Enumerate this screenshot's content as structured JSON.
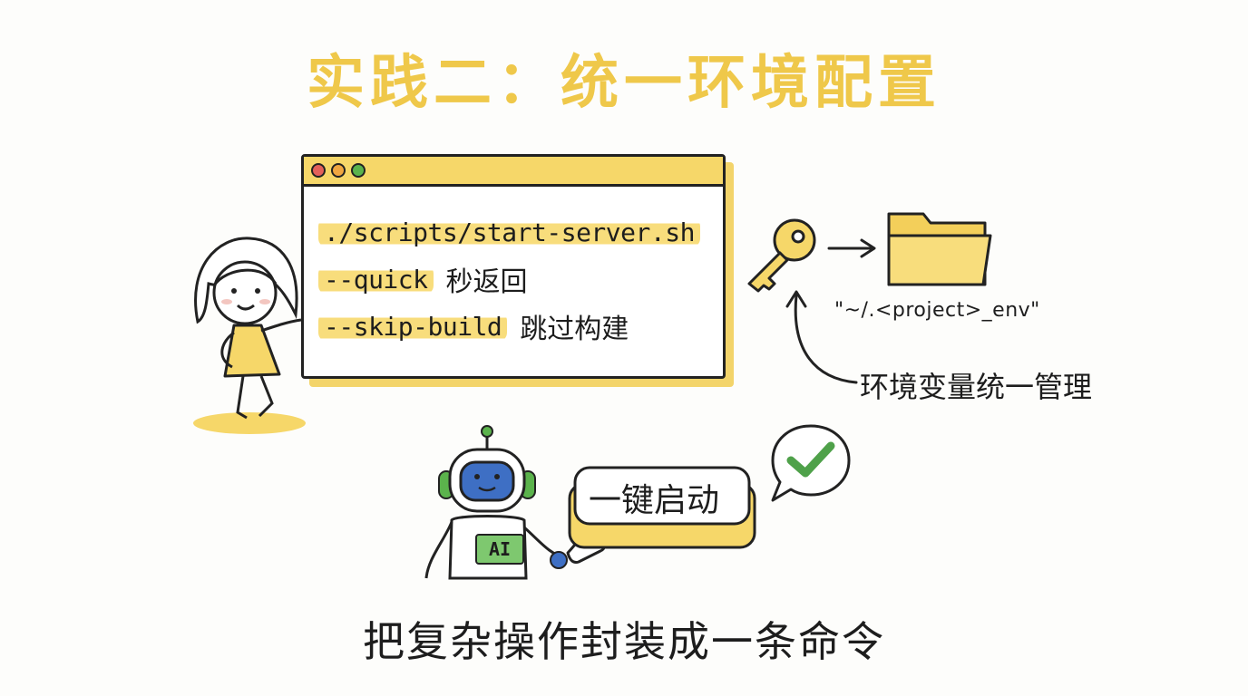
{
  "title": "实践二：统一环境配置",
  "terminal": {
    "lines": [
      {
        "command": "./scripts/start-server.sh",
        "note": ""
      },
      {
        "command": "--quick",
        "note": "秒返回"
      },
      {
        "command": "--skip-build",
        "note": "跳过构建"
      }
    ]
  },
  "env": {
    "path": "\"~/.<project>_env\"",
    "note": "环境变量统一管理"
  },
  "robot": {
    "badge": "AI"
  },
  "button": {
    "label": "一键启动"
  },
  "caption": "把复杂操作封装成一条命令",
  "colors": {
    "accent_yellow": "#efc84a",
    "highlight": "#f8dd7c",
    "check_green": "#4fa14a",
    "robot_blue": "#3e6fc4"
  }
}
